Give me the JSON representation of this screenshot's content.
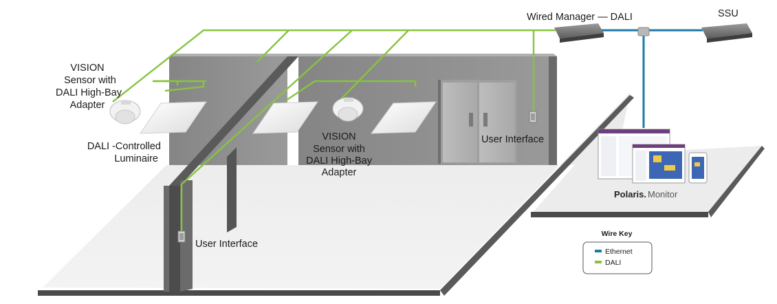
{
  "labels": {
    "wired_manager": "Wired Manager — DALI",
    "ssu": "SSU",
    "vision_sensor_left": [
      "VISION",
      "Sensor with",
      "DALI High-Bay",
      "Adapter"
    ],
    "vision_sensor_center": [
      "VISION",
      "Sensor with",
      "DALI High-Bay",
      "Adapter"
    ],
    "dali_luminaire": [
      "DALI -Controlled",
      "Luminaire"
    ],
    "user_interface_right": "User Interface",
    "user_interface_left": "User Interface",
    "polaris_brand": "Polaris",
    "polaris_product": "Monitor"
  },
  "wire_key": {
    "title": "Wire Key",
    "items": [
      {
        "label": "Ethernet",
        "color": "#1c7aa6"
      },
      {
        "label": "DALI",
        "color": "#86c440"
      }
    ]
  },
  "colors": {
    "ethernet": "#1c7aa6",
    "dali": "#86c440",
    "wall": "#8e8e8e",
    "floor": "#ededed"
  }
}
